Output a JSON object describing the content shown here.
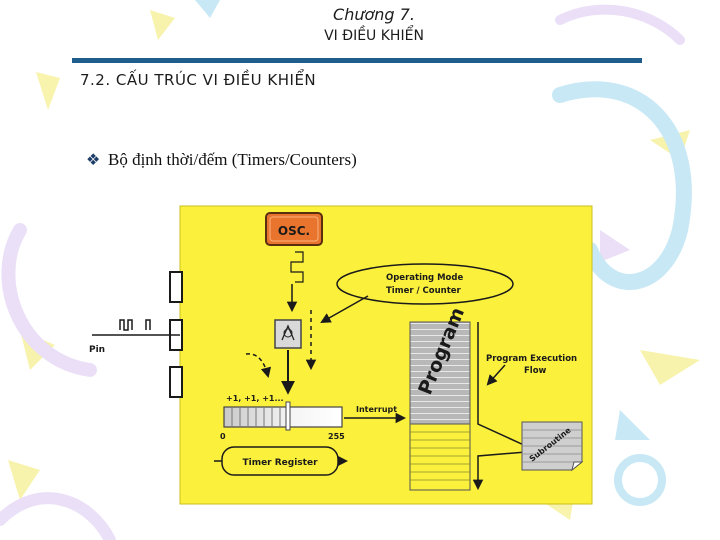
{
  "header": {
    "chapter": "Chương 7.",
    "chapter_title": "VI ĐIỀU KHIỂN"
  },
  "section": {
    "heading": "7.2. CẤU TRÚC VI ĐIỀU KHIỂN"
  },
  "bullet": {
    "symbol": "❖",
    "text": "Bộ định thời/đếm (Timers/Counters)"
  },
  "diagram": {
    "osc_label": "OSC.",
    "operating_mode_line1": "Operating Mode",
    "operating_mode_line2": "Timer / Counter",
    "pin_label": "Pin",
    "increment_label": "+1, +1, +1...",
    "register_min": "0",
    "register_max": "255",
    "interrupt_label": "Interrupt",
    "timer_register_label": "Timer Register",
    "program_label": "Program",
    "program_exec_line1": "Program Execution",
    "program_exec_line2": "Flow",
    "subroutine_label": "Subroutine",
    "colors": {
      "background": "#fbf13d",
      "osc_fill": "#e8742d",
      "rule": "#1f5d8c"
    }
  }
}
